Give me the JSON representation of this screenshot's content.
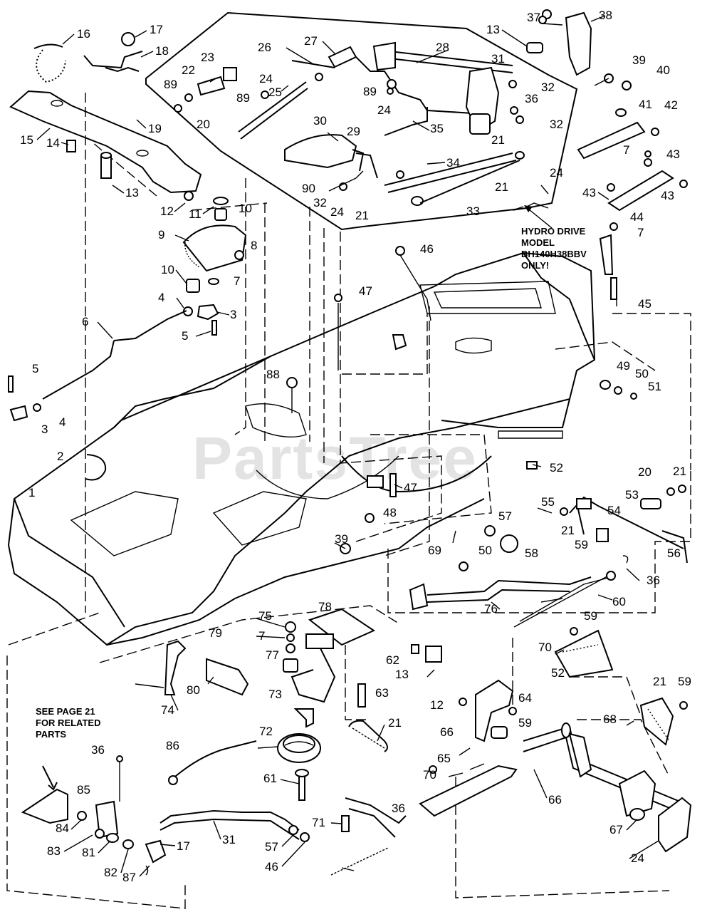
{
  "watermark": "PartsTree",
  "notes": {
    "hydro_lines": [
      "HYDRO DRIVE",
      "MODEL",
      "BH140H38BBV",
      "ONLY!"
    ],
    "see_page_lines": [
      "SEE PAGE 21",
      "FOR RELATED",
      "PARTS"
    ]
  },
  "callouts": [
    "16",
    "17",
    "18",
    "15",
    "14",
    "19",
    "13",
    "12",
    "11",
    "10",
    "9",
    "8",
    "10",
    "7",
    "4",
    "3",
    "5",
    "6",
    "5",
    "4",
    "3",
    "2",
    "1",
    "23",
    "22",
    "89",
    "20",
    "26",
    "27",
    "24",
    "25",
    "89",
    "30",
    "28",
    "89",
    "24",
    "13",
    "31",
    "32",
    "36",
    "32",
    "21",
    "35",
    "29",
    "34",
    "90",
    "32",
    "24",
    "21",
    "33",
    "21",
    "24",
    "37",
    "38",
    "39",
    "40",
    "41",
    "42",
    "43",
    "7",
    "43",
    "43",
    "44",
    "7",
    "45",
    "46",
    "47",
    "88",
    "49",
    "50",
    "51",
    "52",
    "47",
    "48",
    "39",
    "57",
    "58",
    "69",
    "50",
    "55",
    "21",
    "54",
    "53",
    "20",
    "21",
    "56",
    "59",
    "36",
    "60",
    "76",
    "75",
    "7",
    "77",
    "78",
    "79",
    "80",
    "74",
    "73",
    "72",
    "61",
    "62",
    "13",
    "63",
    "21",
    "59",
    "70",
    "52",
    "12",
    "64",
    "66",
    "59",
    "65",
    "70",
    "21",
    "59",
    "68",
    "66",
    "67",
    "24",
    "36",
    "86",
    "85",
    "84",
    "83",
    "81",
    "17",
    "82",
    "87",
    "31",
    "57",
    "46",
    "71",
    "36"
  ]
}
